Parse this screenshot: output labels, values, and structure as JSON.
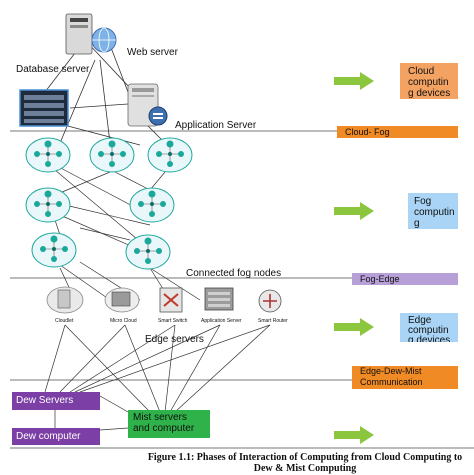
{
  "labels": {
    "web_server": "Web server",
    "database_server": "Database server",
    "application_server": "Application Server",
    "connected_fog_nodes": "Connected fog nodes",
    "edge_servers": "Edge servers",
    "cloudlet": "Cloudlet",
    "micro_cloud": "Micro Cloud",
    "smart_switch": "Smart Switch",
    "application_server_small": "Application Server",
    "smart_router": "Smart Router",
    "dew_servers": "Dew Servers",
    "dew_computer": "Dew computer",
    "mist_line1": "Mist servers",
    "mist_line2": "and computer"
  },
  "layers": {
    "cloud_devices": [
      "Cloud",
      "computin",
      "g devices"
    ],
    "fog_computing": [
      "Fog",
      "computin",
      "g"
    ],
    "edge_computing": [
      "Edge",
      "computin",
      "g devices"
    ],
    "cloud_fog": "Cloud- Fog",
    "fog_edge": "Fog-Edge",
    "edge_dew_mist_1": "Edge-Dew-Mist",
    "edge_dew_mist_2": "Communication"
  },
  "caption": {
    "line1": "Figure 1.1:  Phases of Interaction of Computing from Cloud Computing to",
    "line2": "Dew & Mist Computing"
  },
  "colors": {
    "orange": "#f4a261",
    "band_orange": "#f08a24",
    "blue": "#a9d4f5",
    "purple_band": "#b79fd8",
    "purple": "#7b3fa6",
    "green": "#2fb24a",
    "arrow_green": "#8cc63f",
    "node_teal": "#1aa89b"
  }
}
